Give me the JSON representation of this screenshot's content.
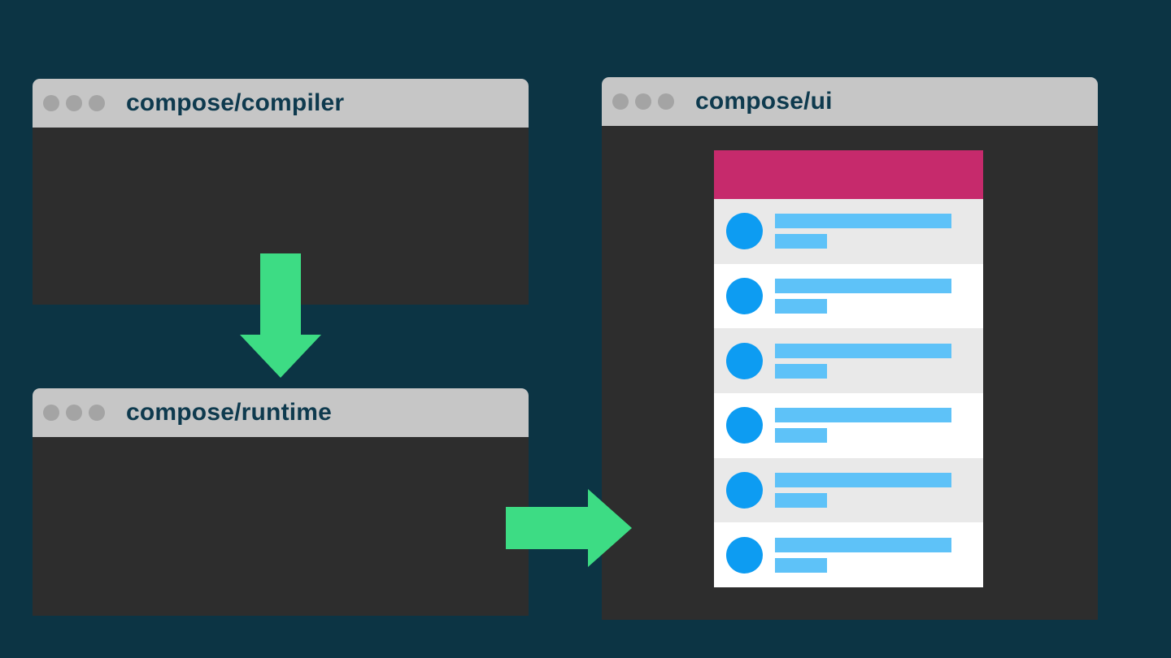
{
  "windows": {
    "compiler": {
      "title": "compose/compiler"
    },
    "runtime": {
      "title": "compose/runtime"
    },
    "ui": {
      "title": "compose/ui"
    }
  },
  "phone": {
    "row_count": 6,
    "app_bar_color": "#c62a6c",
    "avatar_color": "#0d9cf2",
    "placeholder_color": "#5ec2f8",
    "row_alt_color": "#e9e9e9",
    "row_color": "#ffffff"
  },
  "arrows": [
    {
      "name": "compiler-to-runtime",
      "direction": "down",
      "color": "#3ddc84"
    },
    {
      "name": "runtime-to-ui",
      "direction": "right",
      "color": "#3ddc84"
    }
  ],
  "colors": {
    "background": "#0c3444",
    "window_body": "#2d2d2d",
    "titlebar": "#c6c6c6",
    "titlebar_text": "#0e3a4e",
    "window_dots": "#a4a4a4",
    "accent_green": "#3ddc84"
  }
}
